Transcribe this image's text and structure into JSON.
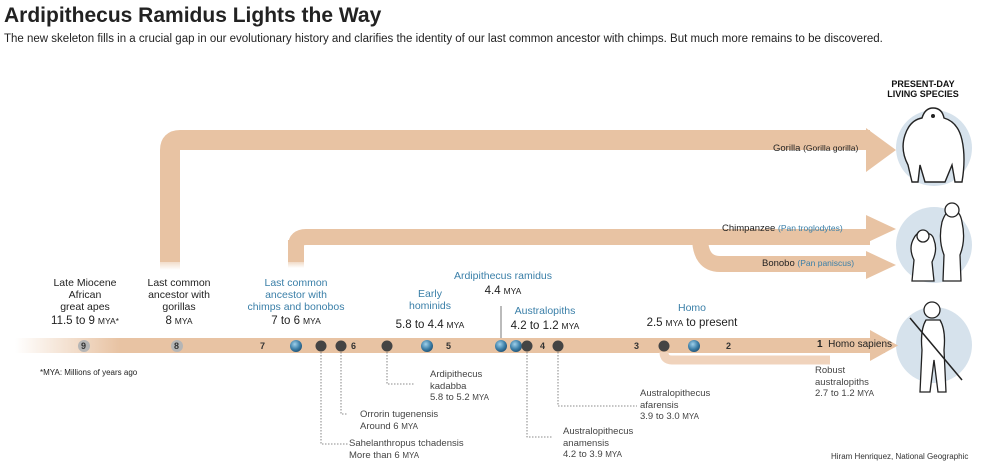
{
  "header": {
    "title": "Ardipithecus Ramidus Lights the Way",
    "subtitle": "The new skeleton fills in a crucial gap in our evolutionary history and clarifies the identity of our last common ancestor with chimps. But much more remains to be discovered."
  },
  "present_day": {
    "line1": "PRESENT-DAY",
    "line2": "LIVING SPECIES"
  },
  "branches": {
    "gorilla": {
      "common": "Gorilla",
      "scientific": "(Gorilla gorilla)"
    },
    "chimpanzee": {
      "common": "Chimpanzee",
      "scientific": "(Pan troglodytes)"
    },
    "bonobo": {
      "common": "Bonobo",
      "scientific": "(Pan paniscus)"
    },
    "homo_sapiens": {
      "number": "1",
      "name": "Homo sapiens"
    }
  },
  "labels": {
    "great_apes": {
      "l1": "Late Miocene",
      "l2": "African",
      "l3": "great apes",
      "range": "11.5 to 9",
      "unit": "MYA",
      "mark": "*"
    },
    "gorilla_ancestor": {
      "l1": "Last common",
      "l2": "ancestor with",
      "l3": "gorillas",
      "range": "8",
      "unit": "MYA"
    },
    "chimp_ancestor": {
      "l1": "Last common",
      "l2": "ancestor with",
      "l3": "chimps and bonobos",
      "range": "7 to 6",
      "unit": "MYA"
    },
    "early_hominids": {
      "l1": "Early",
      "l2": "hominids",
      "range": "5.8 to 4.4",
      "unit": "MYA"
    },
    "ardipithecus_ramidus": {
      "l1": "Ardipithecus ramidus",
      "range": "4.4",
      "unit": "MYA"
    },
    "australopiths": {
      "l1": "Australopiths",
      "range": "4.2 to 1.2",
      "unit": "MYA"
    },
    "homo": {
      "l1": "Homo",
      "range_a": "2.5",
      "unit": "MYA",
      "range_b": "to present"
    }
  },
  "numbers": {
    "n9": "9",
    "n8": "8",
    "n7": "7",
    "n6": "6",
    "n5": "5",
    "n4": "4",
    "n3": "3",
    "n2": "2"
  },
  "species": {
    "kadabba": {
      "l1": "Ardipithecus",
      "l2": "kadabba",
      "range": "5.8 to 5.2",
      "unit": "MYA"
    },
    "orrorin": {
      "l1": "Orrorin tugenensis",
      "range": "Around 6",
      "unit": "MYA"
    },
    "sahelanthropus": {
      "l1": "Sahelanthropus tchadensis",
      "range": "More than 6",
      "unit": "MYA"
    },
    "afarensis": {
      "l1": "Australopithecus",
      "l2": "afarensis",
      "range": "3.9 to 3.0",
      "unit": "MYA"
    },
    "anamensis": {
      "l1": "Australopithecus",
      "l2": "anamensis",
      "range": "4.2 to 3.9",
      "unit": "MYA"
    },
    "robust": {
      "l1": "Robust",
      "l2": "australopiths",
      "range": "2.7 to 1.2",
      "unit": "MYA"
    }
  },
  "note": "*MYA: Millions of years ago",
  "credit": "Hiram Henriquez, National Geographic",
  "colors": {
    "bar": "#e8c3a3",
    "bar_light": "#f3dcc8",
    "blue_text": "#3a7fa8",
    "circle_bg": "#d6e2ec",
    "dot": "#444444",
    "globe": "#3d7fa8"
  }
}
